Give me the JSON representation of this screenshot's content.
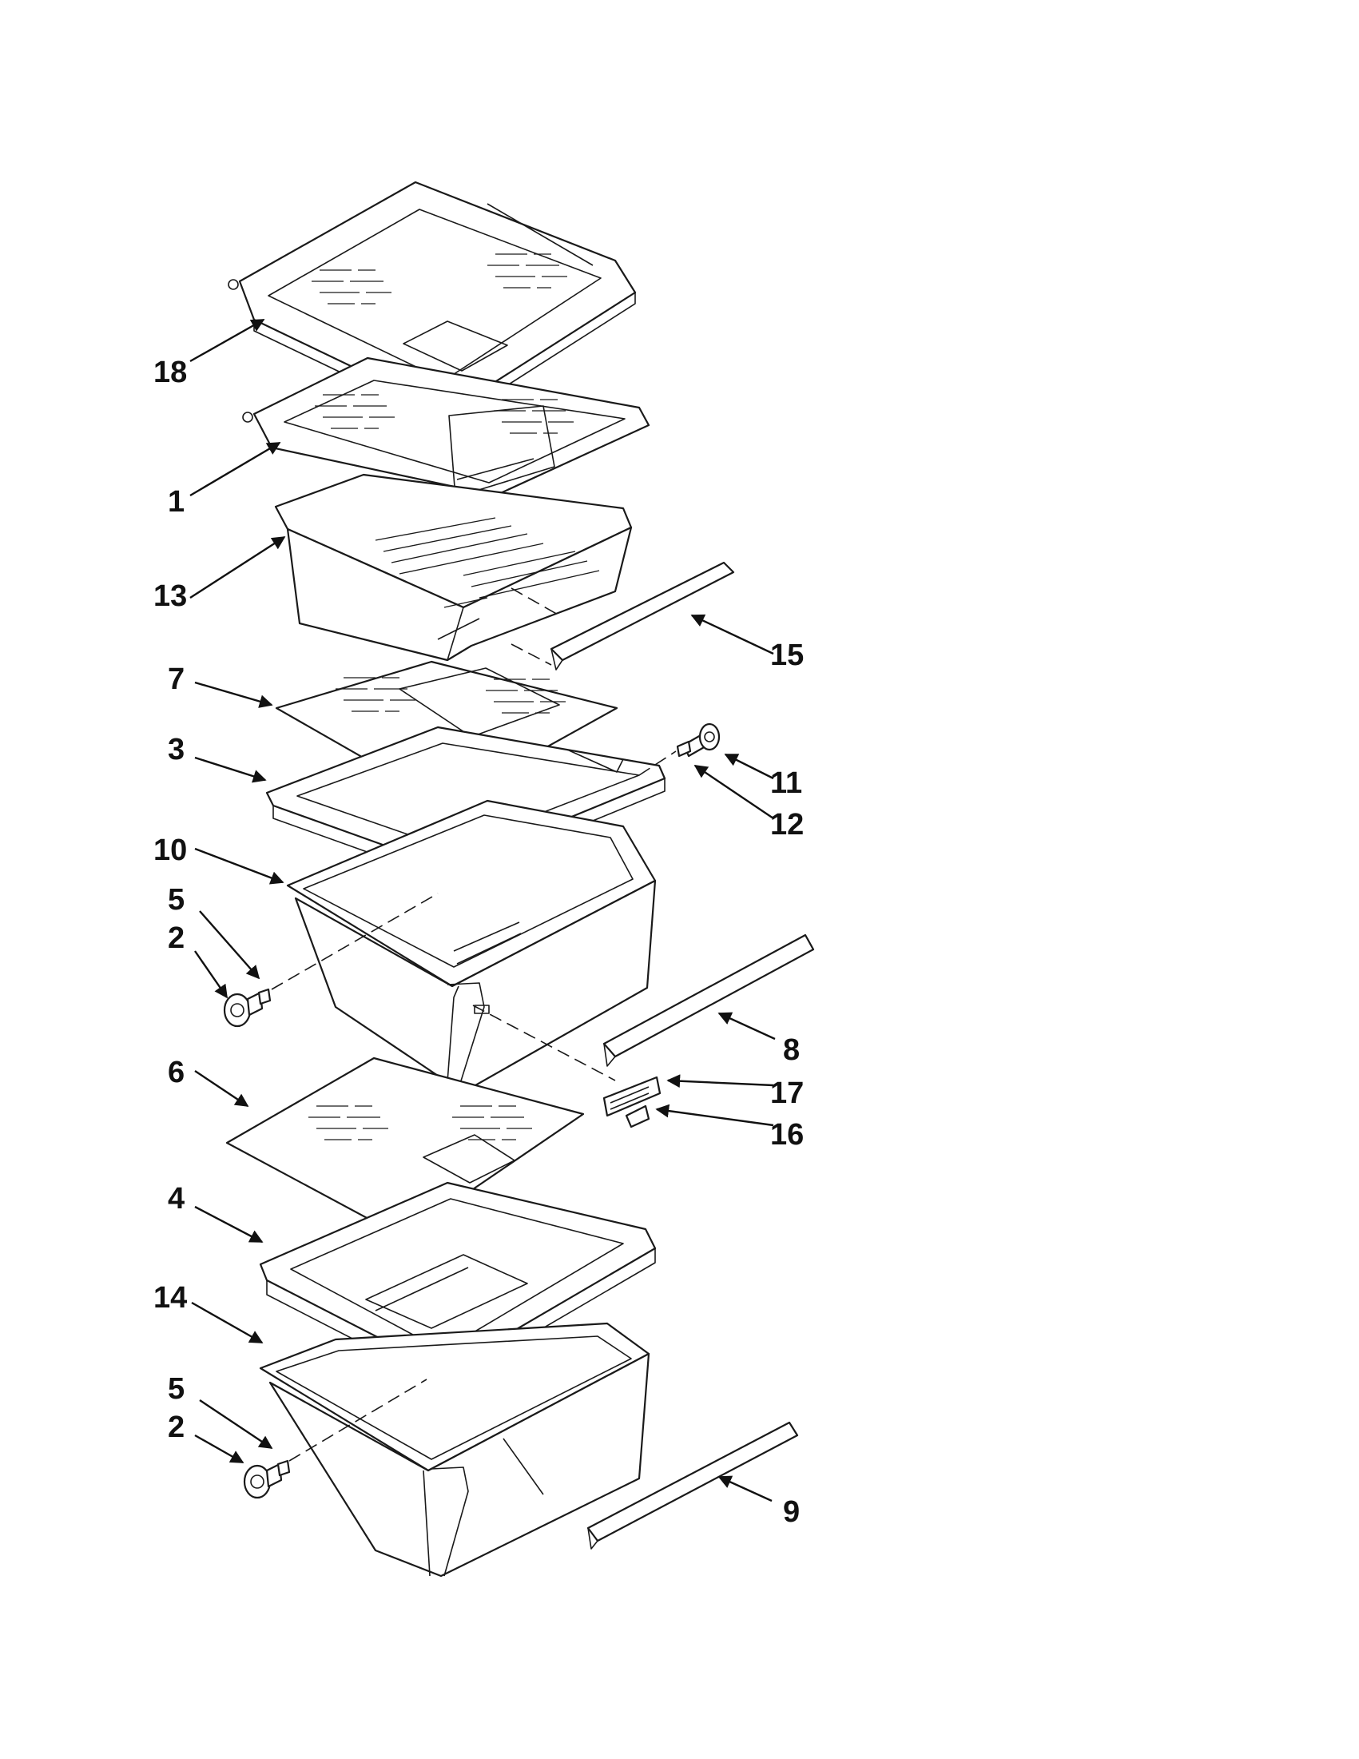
{
  "diagram": {
    "callouts": [
      {
        "id": "c18",
        "number": "18"
      },
      {
        "id": "c1",
        "number": "1"
      },
      {
        "id": "c13",
        "number": "13"
      },
      {
        "id": "c15",
        "number": "15"
      },
      {
        "id": "c7",
        "number": "7"
      },
      {
        "id": "c3",
        "number": "3"
      },
      {
        "id": "c11",
        "number": "11"
      },
      {
        "id": "c12",
        "number": "12"
      },
      {
        "id": "c10",
        "number": "10"
      },
      {
        "id": "c5a",
        "number": "5"
      },
      {
        "id": "c2a",
        "number": "2"
      },
      {
        "id": "c8",
        "number": "8"
      },
      {
        "id": "c17",
        "number": "17"
      },
      {
        "id": "c16",
        "number": "16"
      },
      {
        "id": "c6",
        "number": "6"
      },
      {
        "id": "c4",
        "number": "4"
      },
      {
        "id": "c14",
        "number": "14"
      },
      {
        "id": "c5b",
        "number": "5"
      },
      {
        "id": "c2b",
        "number": "2"
      },
      {
        "id": "c9",
        "number": "9"
      }
    ]
  }
}
